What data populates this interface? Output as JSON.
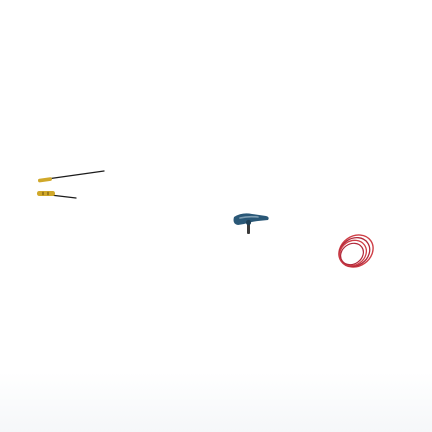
{
  "scene": {
    "background": "#ffffff",
    "objects": [
      {
        "name": "screwdriver-pair",
        "icon": "screwdriver-icon",
        "colors": [
          "#1c1c1c",
          "#d0a82a"
        ]
      },
      {
        "name": "blue-clamp-tool",
        "icon": "clamp-icon",
        "colors": [
          "#2a5877",
          "#7f9eb3",
          "#3a3a3a"
        ]
      },
      {
        "name": "red-o-ring-set",
        "icon": "ring-icon",
        "colors": [
          "#cf3e46",
          "#b0283a"
        ]
      }
    ]
  }
}
